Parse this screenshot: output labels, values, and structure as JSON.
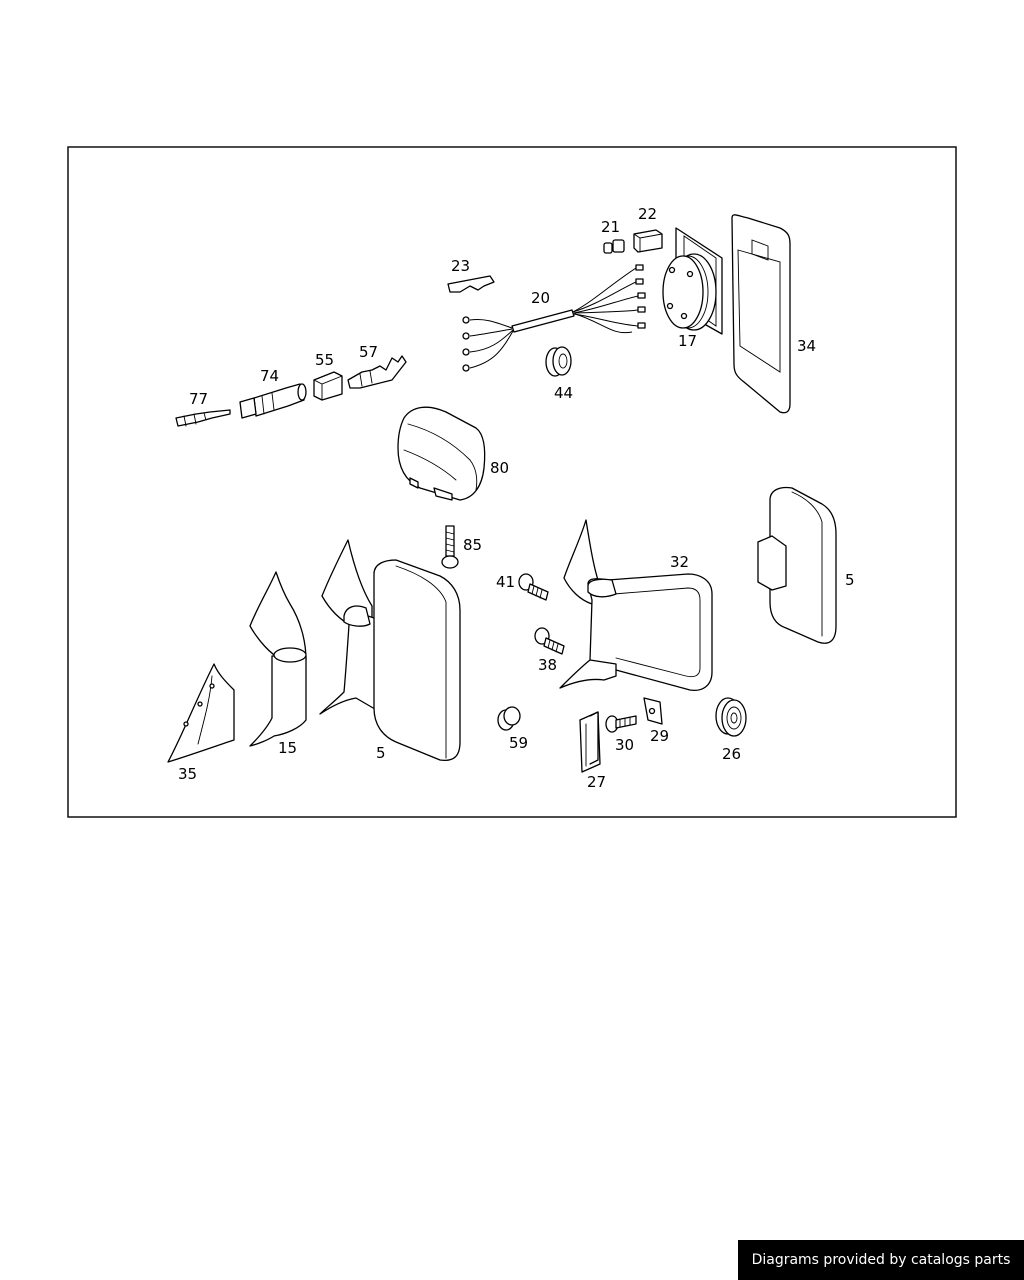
{
  "callouts": {
    "c20": "20",
    "c21": "21",
    "c22": "22",
    "c23": "23",
    "c17": "17",
    "c34": "34",
    "c44": "44",
    "c57": "57",
    "c55": "55",
    "c74": "74",
    "c77": "77",
    "c80": "80",
    "c85": "85",
    "c32": "32",
    "c5r": "5",
    "c41": "41",
    "c38": "38",
    "c35": "35",
    "c15": "15",
    "c5l": "5",
    "c59": "59",
    "c30": "30",
    "c29": "29",
    "c26": "26",
    "c27": "27"
  },
  "watermark": "Diagrams provided by catalogs parts"
}
